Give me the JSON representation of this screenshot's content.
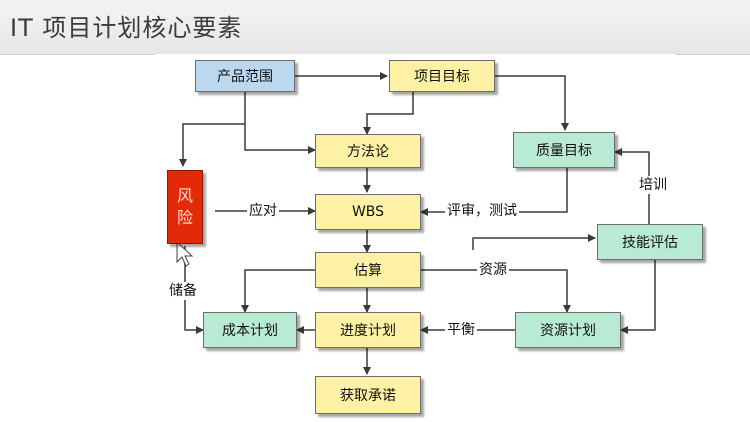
{
  "title": "IT 项目计划核心要素",
  "nodes": {
    "product_scope": "产品范围",
    "project_goal": "项目目标",
    "method": "方法论",
    "quality_goal": "质量目标",
    "risk_line1": "风",
    "risk_line2": "险",
    "wbs": "WBS",
    "skill_eval": "技能评估",
    "estimate": "估算",
    "cost_plan": "成本计划",
    "schedule_plan": "进度计划",
    "resource_plan": "资源计划",
    "commitment": "获取承诺"
  },
  "edge_labels": {
    "respond": "应对",
    "review_test": "评审，测试",
    "training": "培训",
    "resources": "资源",
    "reserve": "储备",
    "balance": "平衡"
  },
  "colors": {
    "blue_box": "#bcd8ee",
    "yellow_box": "#fdf1a6",
    "green_box": "#b9ead4",
    "risk_box": "#e32a08",
    "line": "#3a3a3a"
  }
}
